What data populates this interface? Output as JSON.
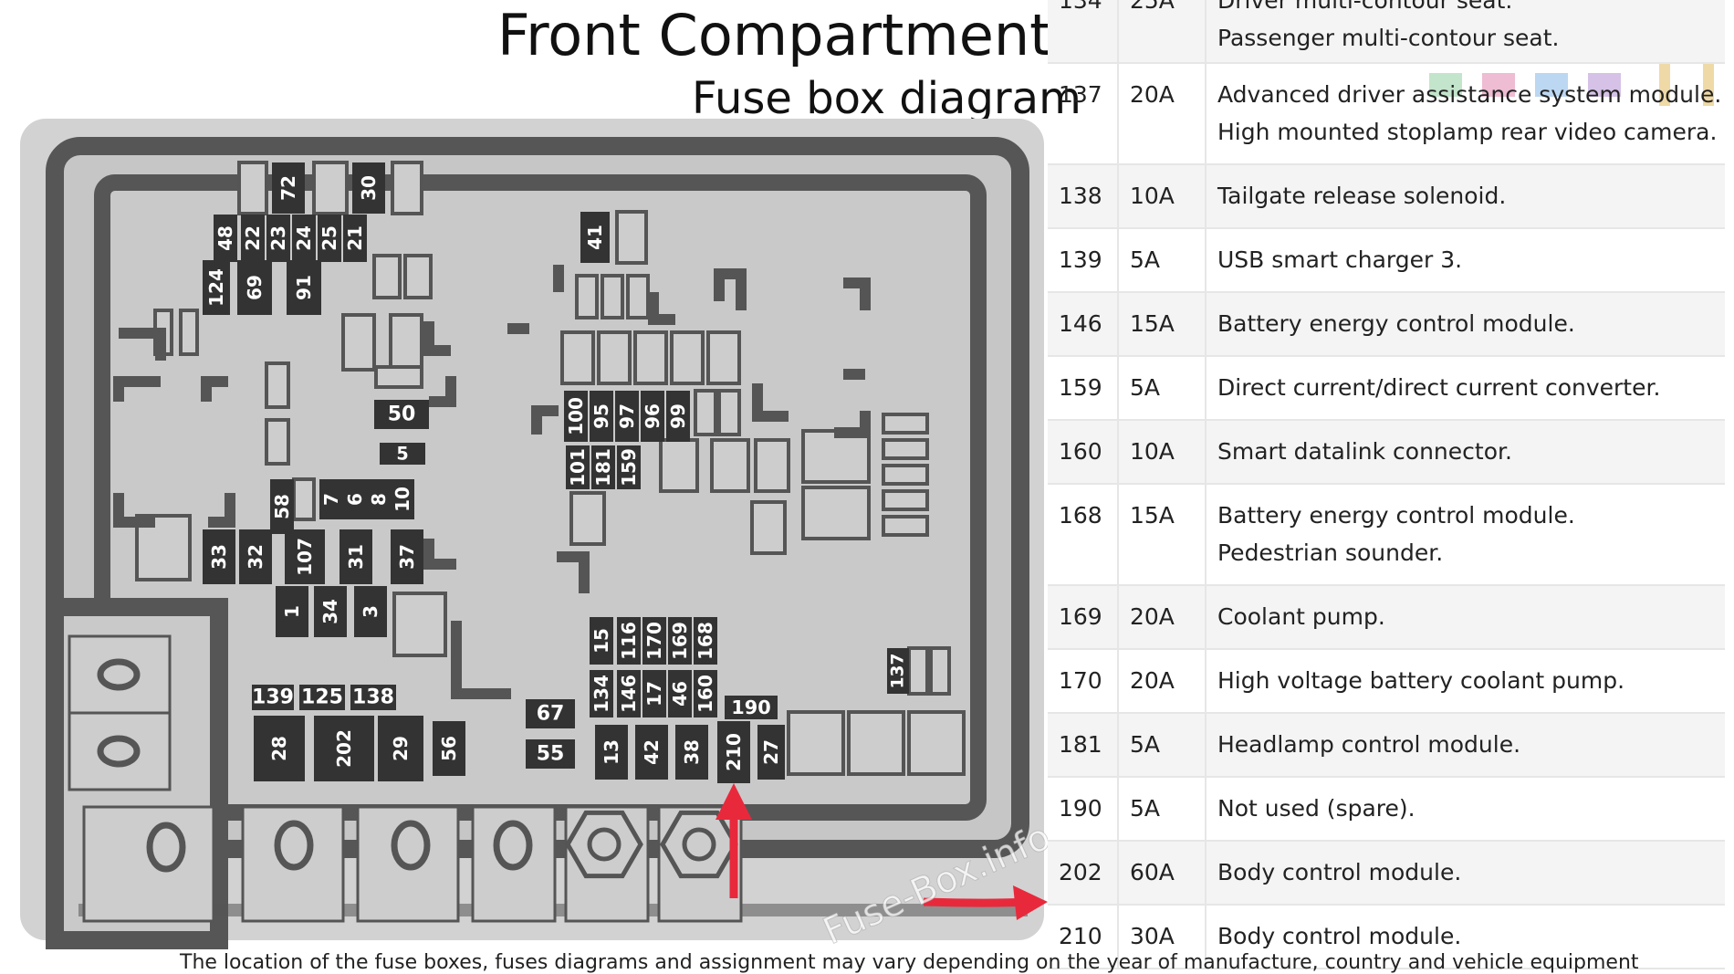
{
  "header": {
    "title": "Front Compartment Fuse Box",
    "subtitle": "Fuse box diagram"
  },
  "logo": {
    "text": "Fuse-Box.info"
  },
  "watermark": "Fuse-Box.info",
  "footer": {
    "note": "The location of the fuse boxes, fuses diagrams and assignment may vary depending on the year of manufacture, country and vehicle equipment"
  },
  "colors": {
    "fuse_fill": "#333333",
    "housing_border": "#555555",
    "housing_fill": "#c9c9c9",
    "arrow": "#e8293c"
  },
  "table": {
    "top_partial": [
      "134",
      "25A",
      "Driver multi-contour seat.",
      "Passenger multi-contour seat."
    ],
    "rows": [
      {
        "fuse": "137",
        "amps": "20A",
        "lines": [
          "Advanced driver assistance system module.",
          "High mounted stoplamp rear video camera."
        ]
      },
      {
        "fuse": "138",
        "amps": "10A",
        "lines": [
          "Tailgate release solenoid."
        ]
      },
      {
        "fuse": "139",
        "amps": "5A",
        "lines": [
          "USB smart charger 3."
        ]
      },
      {
        "fuse": "146",
        "amps": "15A",
        "lines": [
          "Battery energy control module."
        ]
      },
      {
        "fuse": "159",
        "amps": "5A",
        "lines": [
          "Direct current/direct current converter."
        ]
      },
      {
        "fuse": "160",
        "amps": "10A",
        "lines": [
          "Smart datalink connector."
        ]
      },
      {
        "fuse": "168",
        "amps": "15A",
        "lines": [
          "Battery energy control module.",
          "Pedestrian sounder."
        ]
      },
      {
        "fuse": "169",
        "amps": "20A",
        "lines": [
          "Coolant pump."
        ]
      },
      {
        "fuse": "170",
        "amps": "20A",
        "lines": [
          "High voltage battery coolant pump."
        ]
      },
      {
        "fuse": "181",
        "amps": "5A",
        "lines": [
          "Headlamp control module."
        ]
      },
      {
        "fuse": "190",
        "amps": "5A",
        "lines": [
          "Not used (spare)."
        ]
      },
      {
        "fuse": "202",
        "amps": "60A",
        "lines": [
          "Body control module."
        ]
      },
      {
        "fuse": "210",
        "amps": "30A",
        "lines": [
          "Body control module."
        ]
      }
    ]
  },
  "diagram": {
    "fuses": [
      {
        "label": "72"
      },
      {
        "label": "30"
      },
      {
        "label": "48"
      },
      {
        "label": "22"
      },
      {
        "label": "23"
      },
      {
        "label": "24"
      },
      {
        "label": "25"
      },
      {
        "label": "21"
      },
      {
        "label": "124"
      },
      {
        "label": "69"
      },
      {
        "label": "91"
      },
      {
        "label": "50"
      },
      {
        "label": "5"
      },
      {
        "label": "58"
      },
      {
        "label": "7"
      },
      {
        "label": "6"
      },
      {
        "label": "8"
      },
      {
        "label": "10"
      },
      {
        "label": "33"
      },
      {
        "label": "32"
      },
      {
        "label": "107"
      },
      {
        "label": "31"
      },
      {
        "label": "37"
      },
      {
        "label": "1"
      },
      {
        "label": "34"
      },
      {
        "label": "3"
      },
      {
        "label": "139"
      },
      {
        "label": "125"
      },
      {
        "label": "138"
      },
      {
        "label": "28"
      },
      {
        "label": "202"
      },
      {
        "label": "29"
      },
      {
        "label": "56"
      },
      {
        "label": "41"
      },
      {
        "label": "100"
      },
      {
        "label": "95"
      },
      {
        "label": "97"
      },
      {
        "label": "96"
      },
      {
        "label": "99"
      },
      {
        "label": "101"
      },
      {
        "label": "181"
      },
      {
        "label": "159"
      },
      {
        "label": "15"
      },
      {
        "label": "116"
      },
      {
        "label": "170"
      },
      {
        "label": "169"
      },
      {
        "label": "168"
      },
      {
        "label": "134"
      },
      {
        "label": "146"
      },
      {
        "label": "17"
      },
      {
        "label": "46"
      },
      {
        "label": "160"
      },
      {
        "label": "190"
      },
      {
        "label": "67"
      },
      {
        "label": "55"
      },
      {
        "label": "13"
      },
      {
        "label": "42"
      },
      {
        "label": "38"
      },
      {
        "label": "210"
      },
      {
        "label": "27"
      },
      {
        "label": "137"
      }
    ]
  }
}
